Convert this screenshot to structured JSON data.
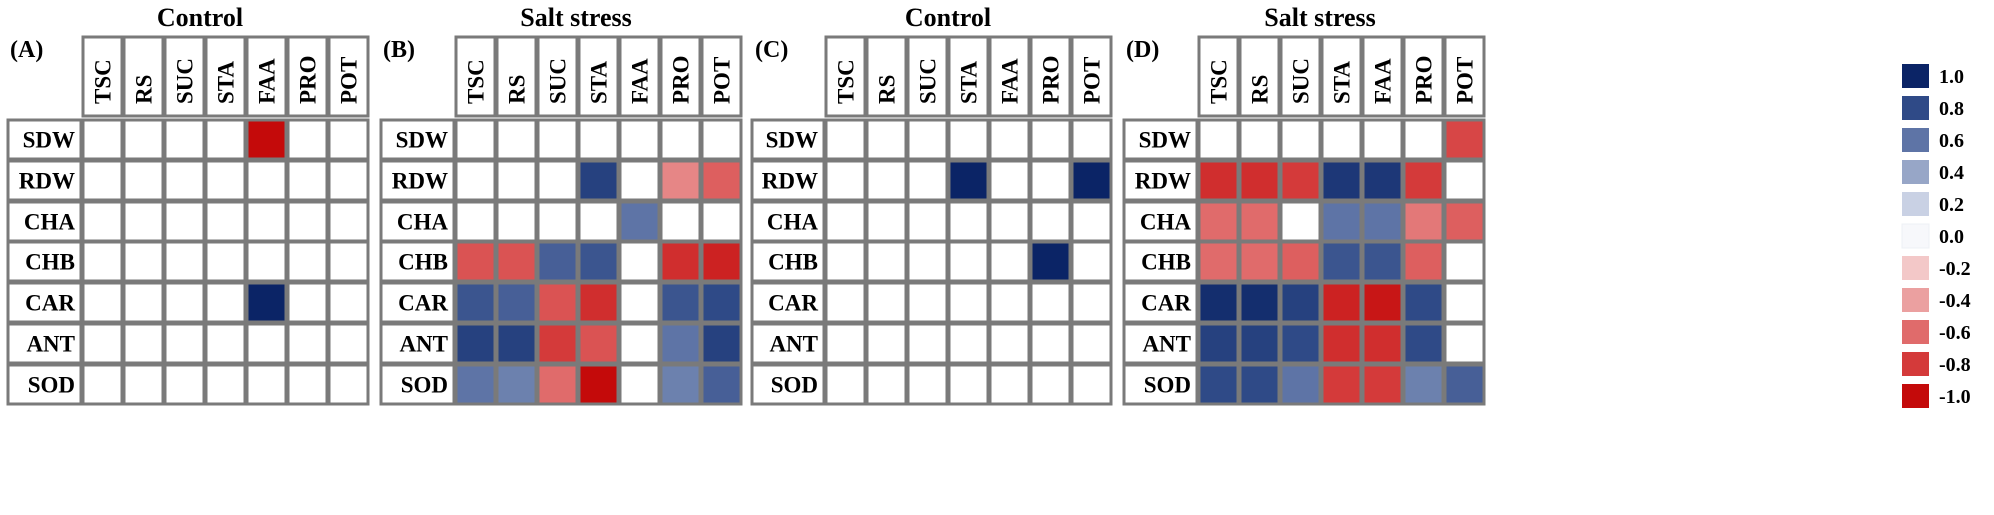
{
  "figure": {
    "panels": [
      {
        "letter": "(A)",
        "title": "Control"
      },
      {
        "letter": "(B)",
        "title": "Salt stress"
      },
      {
        "letter": "(C)",
        "title": "Control"
      },
      {
        "letter": "(D)",
        "title": "Salt stress"
      }
    ]
  },
  "chart_data": [
    {
      "type": "heatmap",
      "title": "Control",
      "panel_label": "(A)",
      "columns": [
        "TSC",
        "RS",
        "SUC",
        "STA",
        "FAA",
        "PRO",
        "POT"
      ],
      "rows": [
        "SDW",
        "RDW",
        "CHA",
        "CHB",
        "CAR",
        "ANT",
        "SOD"
      ],
      "values": [
        [
          0,
          0,
          0,
          0,
          -1.0,
          0,
          0
        ],
        [
          0,
          0,
          0,
          0,
          0,
          0,
          0
        ],
        [
          0,
          0,
          0,
          0,
          0,
          0,
          0
        ],
        [
          0,
          0,
          0,
          0,
          0,
          0,
          0
        ],
        [
          0,
          0,
          0,
          0,
          1.0,
          0,
          0
        ],
        [
          0,
          0,
          0,
          0,
          0,
          0,
          0
        ],
        [
          0,
          0,
          0,
          0,
          0,
          0,
          0
        ]
      ]
    },
    {
      "type": "heatmap",
      "title": "Salt stress",
      "panel_label": "(B)",
      "columns": [
        "TSC",
        "RS",
        "SUC",
        "STA",
        "FAA",
        "PRO",
        "POT"
      ],
      "rows": [
        "SDW",
        "RDW",
        "CHA",
        "CHB",
        "CAR",
        "ANT",
        "SOD"
      ],
      "values": [
        [
          0,
          0,
          0,
          0,
          0,
          0,
          0
        ],
        [
          0,
          0,
          0,
          0.85,
          0,
          -0.5,
          -0.65
        ],
        [
          0,
          0,
          0,
          0,
          0.6,
          0,
          0
        ],
        [
          -0.7,
          -0.7,
          0.7,
          0.75,
          0,
          -0.85,
          -0.9
        ],
        [
          0.75,
          0.7,
          -0.7,
          -0.85,
          0,
          0.75,
          0.8
        ],
        [
          0.85,
          0.85,
          -0.8,
          -0.7,
          0,
          0.6,
          0.85
        ],
        [
          0.6,
          0.55,
          -0.6,
          -1.0,
          0,
          0.55,
          0.7
        ]
      ]
    },
    {
      "type": "heatmap",
      "title": "Control",
      "panel_label": "(C)",
      "columns": [
        "TSC",
        "RS",
        "SUC",
        "STA",
        "FAA",
        "PRO",
        "POT"
      ],
      "rows": [
        "SDW",
        "RDW",
        "CHA",
        "CHB",
        "CAR",
        "ANT",
        "SOD"
      ],
      "values": [
        [
          0,
          0,
          0,
          0,
          0,
          0,
          0
        ],
        [
          0,
          0,
          0,
          1.0,
          0,
          0,
          1.0
        ],
        [
          0,
          0,
          0,
          0,
          0,
          0,
          0
        ],
        [
          0,
          0,
          0,
          0,
          0,
          1.0,
          0
        ],
        [
          0,
          0,
          0,
          0,
          0,
          0,
          0
        ],
        [
          0,
          0,
          0,
          0,
          0,
          0,
          0
        ],
        [
          0,
          0,
          0,
          0,
          0,
          0,
          0
        ]
      ]
    },
    {
      "type": "heatmap",
      "title": "Salt stress",
      "panel_label": "(D)",
      "columns": [
        "TSC",
        "RS",
        "SUC",
        "STA",
        "FAA",
        "PRO",
        "POT"
      ],
      "rows": [
        "SDW",
        "RDW",
        "CHA",
        "CHB",
        "CAR",
        "ANT",
        "SOD"
      ],
      "values": [
        [
          0,
          0,
          0,
          0,
          0,
          0,
          -0.75
        ],
        [
          -0.85,
          -0.85,
          -0.8,
          0.9,
          0.9,
          -0.8,
          0
        ],
        [
          -0.6,
          -0.6,
          0,
          0.6,
          0.6,
          -0.55,
          -0.65
        ],
        [
          -0.6,
          -0.6,
          -0.65,
          0.75,
          0.75,
          -0.65,
          0
        ],
        [
          0.95,
          0.95,
          0.85,
          -0.9,
          -0.95,
          0.8,
          0
        ],
        [
          0.85,
          0.85,
          0.8,
          -0.85,
          -0.85,
          0.8,
          0
        ],
        [
          0.8,
          0.8,
          0.6,
          -0.8,
          -0.8,
          0.55,
          0.7
        ]
      ]
    }
  ],
  "colorbar": {
    "ticks": [
      "1.0",
      "0.8",
      "0.6",
      "0.4",
      "0.2",
      "0.0",
      "-0.2",
      "-0.4",
      "-0.6",
      "-0.8",
      "-1.0"
    ],
    "colors": [
      "#0b2466",
      "#2f4a87",
      "#5e74a6",
      "#97a6c7",
      "#c9d1e4",
      "#f7f8fb",
      "#f3c8c8",
      "#eba0a0",
      "#e06b6b",
      "#d43a3a",
      "#c40a0a"
    ]
  }
}
